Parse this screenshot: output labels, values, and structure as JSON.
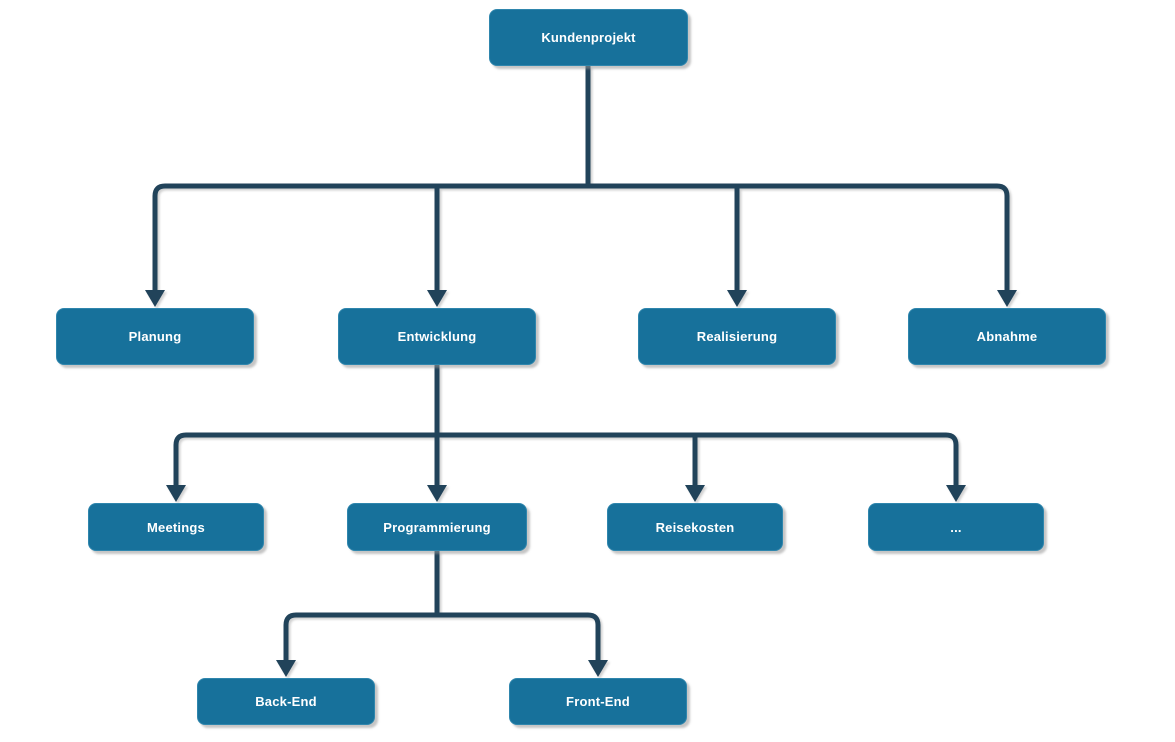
{
  "diagram": {
    "type": "tree",
    "title": "Kundenprojekt work breakdown structure",
    "nodes": [
      {
        "id": "kundenprojekt",
        "label": "Kundenprojekt",
        "level": 0,
        "parent": null
      },
      {
        "id": "planung",
        "label": "Planung",
        "level": 1,
        "parent": "kundenprojekt"
      },
      {
        "id": "entwicklung",
        "label": "Entwicklung",
        "level": 1,
        "parent": "kundenprojekt"
      },
      {
        "id": "realisierung",
        "label": "Realisierung",
        "level": 1,
        "parent": "kundenprojekt"
      },
      {
        "id": "abnahme",
        "label": "Abnahme",
        "level": 1,
        "parent": "kundenprojekt"
      },
      {
        "id": "meetings",
        "label": "Meetings",
        "level": 2,
        "parent": "entwicklung"
      },
      {
        "id": "programmierung",
        "label": "Programmierung",
        "level": 2,
        "parent": "entwicklung"
      },
      {
        "id": "reisekosten",
        "label": "Reisekosten",
        "level": 2,
        "parent": "entwicklung"
      },
      {
        "id": "ellipsis",
        "label": "...",
        "level": 2,
        "parent": "entwicklung"
      },
      {
        "id": "backend",
        "label": "Back-End",
        "level": 3,
        "parent": "programmierung"
      },
      {
        "id": "frontend",
        "label": "Front-End",
        "level": 3,
        "parent": "programmierung"
      }
    ],
    "colors": {
      "node_fill": "#17719b",
      "node_border": "#2f86ad",
      "node_text": "#ffffff",
      "connector": "#21435a",
      "background": "#ffffff"
    }
  }
}
